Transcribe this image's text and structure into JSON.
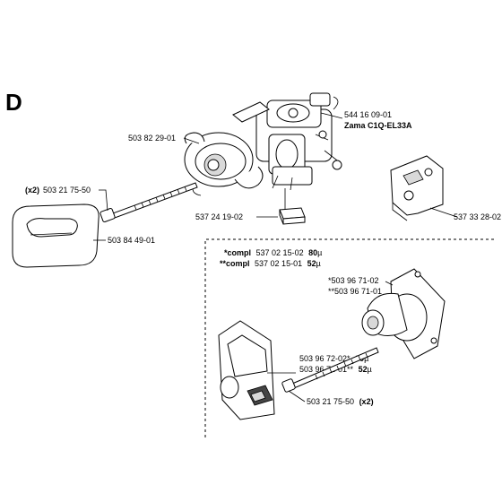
{
  "section_letter": "D",
  "labels": {
    "carb_part": "544 16 09-01",
    "carb_model": "Zama C1Q-EL33A",
    "intake": "503 82 29-01",
    "screw_qty": "(x2)",
    "screw": "503 21 75-50",
    "filter": "503 84 49-01",
    "plate": "537 24 19-02",
    "bracket": "537 33 28-02",
    "compl_80_prefix": "*compl",
    "compl_80_num": "537 02 15-02",
    "compl_80_val": "80",
    "compl_52_prefix": "**compl",
    "compl_52_num": "537 02 15-01",
    "compl_52_val": "52",
    "adapter_80": "*503 96 71-02",
    "adapter_52": "**503 96 71-01",
    "shield_80_num": "503 96 72-02*",
    "shield_80_val": "80",
    "shield_52_num": "503 96 72-01**",
    "shield_52_val": "52",
    "screw2": "503 21 75-50",
    "screw2_qty": "(x2)",
    "unit": "µ"
  }
}
